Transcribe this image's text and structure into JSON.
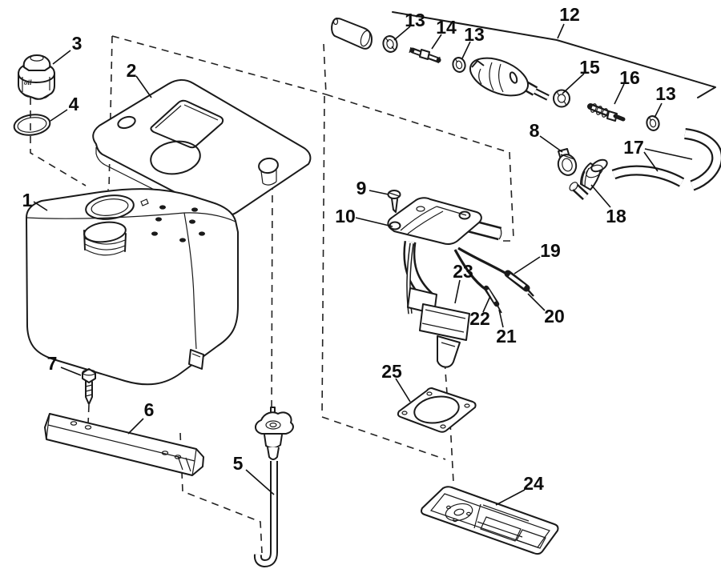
{
  "diagram": {
    "kind": "exploded-parts-line-drawing",
    "background_color": "#ffffff",
    "line_color": "#1a1a1a",
    "cap_text": "oil",
    "callouts": [
      {
        "text": "1",
        "part": "oil-tank"
      },
      {
        "text": "2",
        "part": "tank-cover"
      },
      {
        "text": "3",
        "part": "filler-cap"
      },
      {
        "text": "4",
        "part": "cap-seal-ring"
      },
      {
        "text": "5",
        "part": "pickup-tube"
      },
      {
        "text": "6",
        "part": "mounting-bracket"
      },
      {
        "text": "7",
        "part": "bracket-screw"
      },
      {
        "text": "8",
        "part": "hose-clamp"
      },
      {
        "text": "9",
        "part": "cover-screw"
      },
      {
        "text": "10",
        "part": "pump-cover-assembly"
      },
      {
        "text": "12",
        "part": "hose-kit"
      },
      {
        "text": "13",
        "part": "clamp"
      },
      {
        "text": "14",
        "part": "connector-fitting"
      },
      {
        "text": "13",
        "part": "clamp"
      },
      {
        "text": "15",
        "part": "grommet"
      },
      {
        "text": "16",
        "part": "barbed-fitting"
      },
      {
        "text": "13",
        "part": "clamp"
      },
      {
        "text": "17",
        "part": "hose-segments"
      },
      {
        "text": "18",
        "part": "elbow-fitting"
      },
      {
        "text": "19",
        "part": "wire-lead"
      },
      {
        "text": "20",
        "part": "lead-terminal"
      },
      {
        "text": "21",
        "part": "lead-terminal"
      },
      {
        "text": "22",
        "part": "wire-lead"
      },
      {
        "text": "23",
        "part": "pickup-filter"
      },
      {
        "text": "24",
        "part": "mounting-plate"
      },
      {
        "text": "25",
        "part": "gasket"
      }
    ]
  }
}
